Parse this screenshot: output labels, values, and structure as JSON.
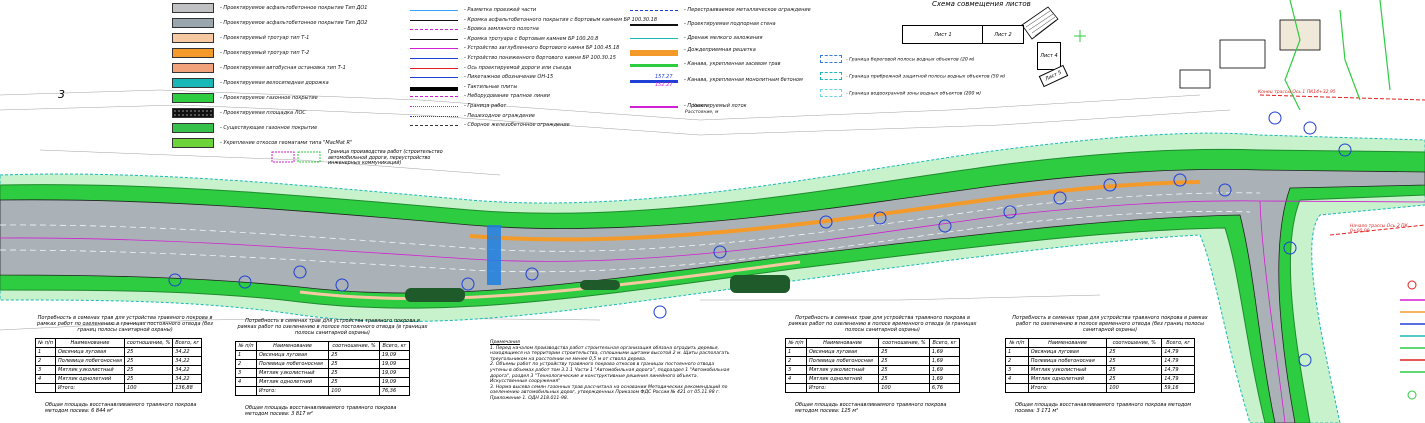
{
  "scheme": {
    "title": "Схема совмещения листов",
    "sheets": [
      "Лист 1",
      "Лист 2",
      "Лист 4",
      "Лист 5"
    ]
  },
  "legend_left": [
    {
      "label": "- Проектируемое асфальтобетонное покрытие Тип ДО1",
      "color": "#bfc1c3"
    },
    {
      "label": "- Проектируемое асфальтобетонное покрытие Тип ДО2",
      "color": "#9aa6ae"
    },
    {
      "label": "- Проектируемый тротуар тип Т-1",
      "color": "#f6c9a3"
    },
    {
      "label": "- Проектируемый тротуар тип Т-2",
      "color": "#f39a2b"
    },
    {
      "label": "- Проектируемая автобусная остановка тип Т-1",
      "color": "#f2a27a"
    },
    {
      "label": "- Проектируемая велосипедная дорожка",
      "color": "#19b8b8"
    },
    {
      "label": "- Проектируемое газонное покрытие",
      "color": "#2ecc40"
    },
    {
      "label": "- Проектируемая площадка ЛОС",
      "color": "#111111"
    },
    {
      "label": "- Существующее газонное покрытие",
      "color": "#35c14c"
    },
    {
      "label": "- Укрепление откосов геоматами типа \"MacMat R\"",
      "color": "#6cd43a"
    }
  ],
  "legend_mid": [
    "- Разметка проезжей части",
    "- Кромка асфальтобетонного покрытия с бортовым камнем БР 100.30.18",
    "- Бровка земляного полотна",
    "- Кромка тротуара с бортовым камнем БР 100.20.8",
    "- Устройство заглубленного бортового камня БР 100.45.18",
    "- Устройство пониженного бортового камня БР 100.30.15",
    "- Ось проектируемой дороги или съезда",
    "- Пикетажное обозначение ОН-15",
    "- Тактильные плиты",
    "- Неборудование трапное линии",
    "- Граница работ",
    "- Пешеходное ограждение",
    "- Сборное железобетонное ограждение"
  ],
  "legend_right": [
    "- Перестраиваемое металлическое ограждение",
    "- Проектируемая подпорная стена",
    "- Дренаж мелкого заложения",
    "- Дождеприемная решетка",
    "- Канава, укрепленная засевом трав",
    "- Канава, укрепленная монолитным бетоном",
    "- Проектируемый лоток"
  ],
  "legend_right_values": [
    "157.27",
    "152.27"
  ],
  "legend_right_slope": {
    "top": "Уклон",
    "bottom": "Расстояние, м"
  },
  "boundaries": [
    {
      "label": "- Граница береговой полосы водных объектов (20 м)",
      "color": "#3a7bd5"
    },
    {
      "label": "- Граница прибрежной защитной полосы водных объектов (50 м)",
      "color": "#19b8b8"
    },
    {
      "label": "- Граница водоохранной зоны водных объектов (200 м)",
      "color": "#6fd3e8"
    }
  ],
  "work_boundary_note": "Граница производства работ (строительство автомобильной дороги, переустройство инженерных коммуникаций)",
  "tables": [
    {
      "title": "Потребность в семенах трав для устройства травяного покрова в рамках работ по озеленению в границах постоянного отвода (без границ полосы санитарной охраны)",
      "headers": [
        "№ п/п",
        "Наименование",
        "соотношение, %",
        "Всего, кг"
      ],
      "rows": [
        [
          "1",
          "Овсяница луговая",
          "25",
          "34,22"
        ],
        [
          "2",
          "Полевица побегоносная",
          "25",
          "34,22"
        ],
        [
          "3",
          "Мятлик узколистный",
          "25",
          "34,22"
        ],
        [
          "4",
          "Мятлик однолетний",
          "25",
          "34,22"
        ],
        [
          "",
          "Итого:",
          "100",
          "136,88"
        ]
      ],
      "footer": "Общая площадь восстанавливаемого травяного покрова методом посева: 6 844 м²"
    },
    {
      "title": "Потребность в семенах трав для устройства травяного покрова в рамках работ по озеленению в полосе постоянного отвода (в границах полосы санитарной охраны)",
      "headers": [
        "№ п/п",
        "Наименование",
        "соотношение, %",
        "Всего, кг"
      ],
      "rows": [
        [
          "1",
          "Овсяница луговая",
          "25",
          "19,09"
        ],
        [
          "2",
          "Полевица побегоносная",
          "25",
          "19,09"
        ],
        [
          "3",
          "Мятлик узколистный",
          "25",
          "19,09"
        ],
        [
          "4",
          "Мятлик однолетний",
          "25",
          "19,09"
        ],
        [
          "",
          "Итого:",
          "100",
          "76,36"
        ]
      ],
      "footer": "Общая площадь восстанавливаемого травяного покрова методом посева: 3 817 м²"
    },
    {
      "title": "Потребность в семенах трав для устройства травяного покрова в рамках работ по озеленению в полосе временного отвода (в границах полосы санитарной охраны)",
      "headers": [
        "№ п/п",
        "Наименование",
        "соотношение, %",
        "Всего, кг"
      ],
      "rows": [
        [
          "1",
          "Овсяница луговая",
          "25",
          "1,69"
        ],
        [
          "2",
          "Полевица побегоносная",
          "25",
          "1,69"
        ],
        [
          "3",
          "Мятлик узколистный",
          "25",
          "1,69"
        ],
        [
          "4",
          "Мятлик однолетний",
          "25",
          "1,69"
        ],
        [
          "",
          "Итого:",
          "100",
          "6,76"
        ]
      ],
      "footer": "Общая площадь восстанавливаемого травяного покрова методом посева: 125 м²"
    },
    {
      "title": "Потребность в семенах трав для устройства травяного покрова в рамках работ по озеленению в полосе временного отвода (без границ полосы санитарной охраны)",
      "headers": [
        "№ п/п",
        "Наименование",
        "соотношение, %",
        "Всего, кг"
      ],
      "rows": [
        [
          "1",
          "Овсяница луговая",
          "25",
          "14,79"
        ],
        [
          "2",
          "Полевица побегоносная",
          "25",
          "14,79"
        ],
        [
          "3",
          "Мятлик узколистный",
          "25",
          "14,79"
        ],
        [
          "4",
          "Мятлик однолетний",
          "25",
          "14,79"
        ],
        [
          "",
          "Итого:",
          "100",
          "59,16"
        ]
      ],
      "footer": "Общая площадь восстанавливаемого травяного покрова методом посева: 3 171 м²"
    }
  ],
  "notes": {
    "title": "Примечания",
    "items": [
      "1. Перед началом производства работ строительная организация обязана оградить деревья, находящиеся на территории строительства, сплошными щитами высотой 2 м. Щиты располагать треугольником на расстоянии не менее 0,5 м от ствола дерева.",
      "2. Объемы работ по устройству травяного покрова откосов в границах постоянного отвода учтены в объемах работ том 3.1.1 Части 1 \"Автомобильная дорога\", подраздел 1 \"Автомобильная дорога\", раздел 3 \"Технологические и конструктивные решения линейного объекта. Искусственные сооружения\"",
      "3. Норма высева семян газонных трав рассчитана на основании Методических рекомендаций по озеленению автомобильных дорог, утвержденных Приказом ФДС России № 421 от 05.11.98 г. Приложение 1. ОДН 218.011-98."
    ]
  },
  "map_labels": {
    "km_note_1": "Конец трассы Ось 1 ПК14+32,95",
    "km_note_2": "Начало трассы Ось 2 ПК 0+00,00",
    "label_3": "3"
  },
  "colors": {
    "green": "#2ecc40",
    "dark_green": "#1e8a2e",
    "road_grey": "#aab2b8",
    "orange": "#f39a2b",
    "blue": "#1f3fd6",
    "cyan": "#19b8b8",
    "magenta": "#d21fd2",
    "red": "#e02020"
  }
}
